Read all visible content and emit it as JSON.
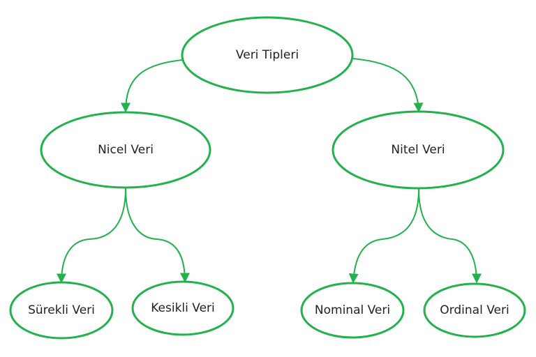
{
  "colors": {
    "stroke": "#22b14c",
    "text": "#222222",
    "background": "#ffffff"
  },
  "nodes": {
    "root": {
      "label": "Veri Tipleri"
    },
    "quantitative": {
      "label": "Nicel Veri"
    },
    "qualitative": {
      "label": "Nitel Veri"
    },
    "continuous": {
      "label": "Sürekli Veri"
    },
    "discrete": {
      "label": "Kesikli Veri"
    },
    "nominal": {
      "label": "Nominal Veri"
    },
    "ordinal": {
      "label": "Ordinal Veri"
    }
  },
  "edges": [
    {
      "from": "root",
      "to": "quantitative"
    },
    {
      "from": "root",
      "to": "qualitative"
    },
    {
      "from": "quantitative",
      "to": "continuous"
    },
    {
      "from": "quantitative",
      "to": "discrete"
    },
    {
      "from": "qualitative",
      "to": "nominal"
    },
    {
      "from": "qualitative",
      "to": "ordinal"
    }
  ]
}
